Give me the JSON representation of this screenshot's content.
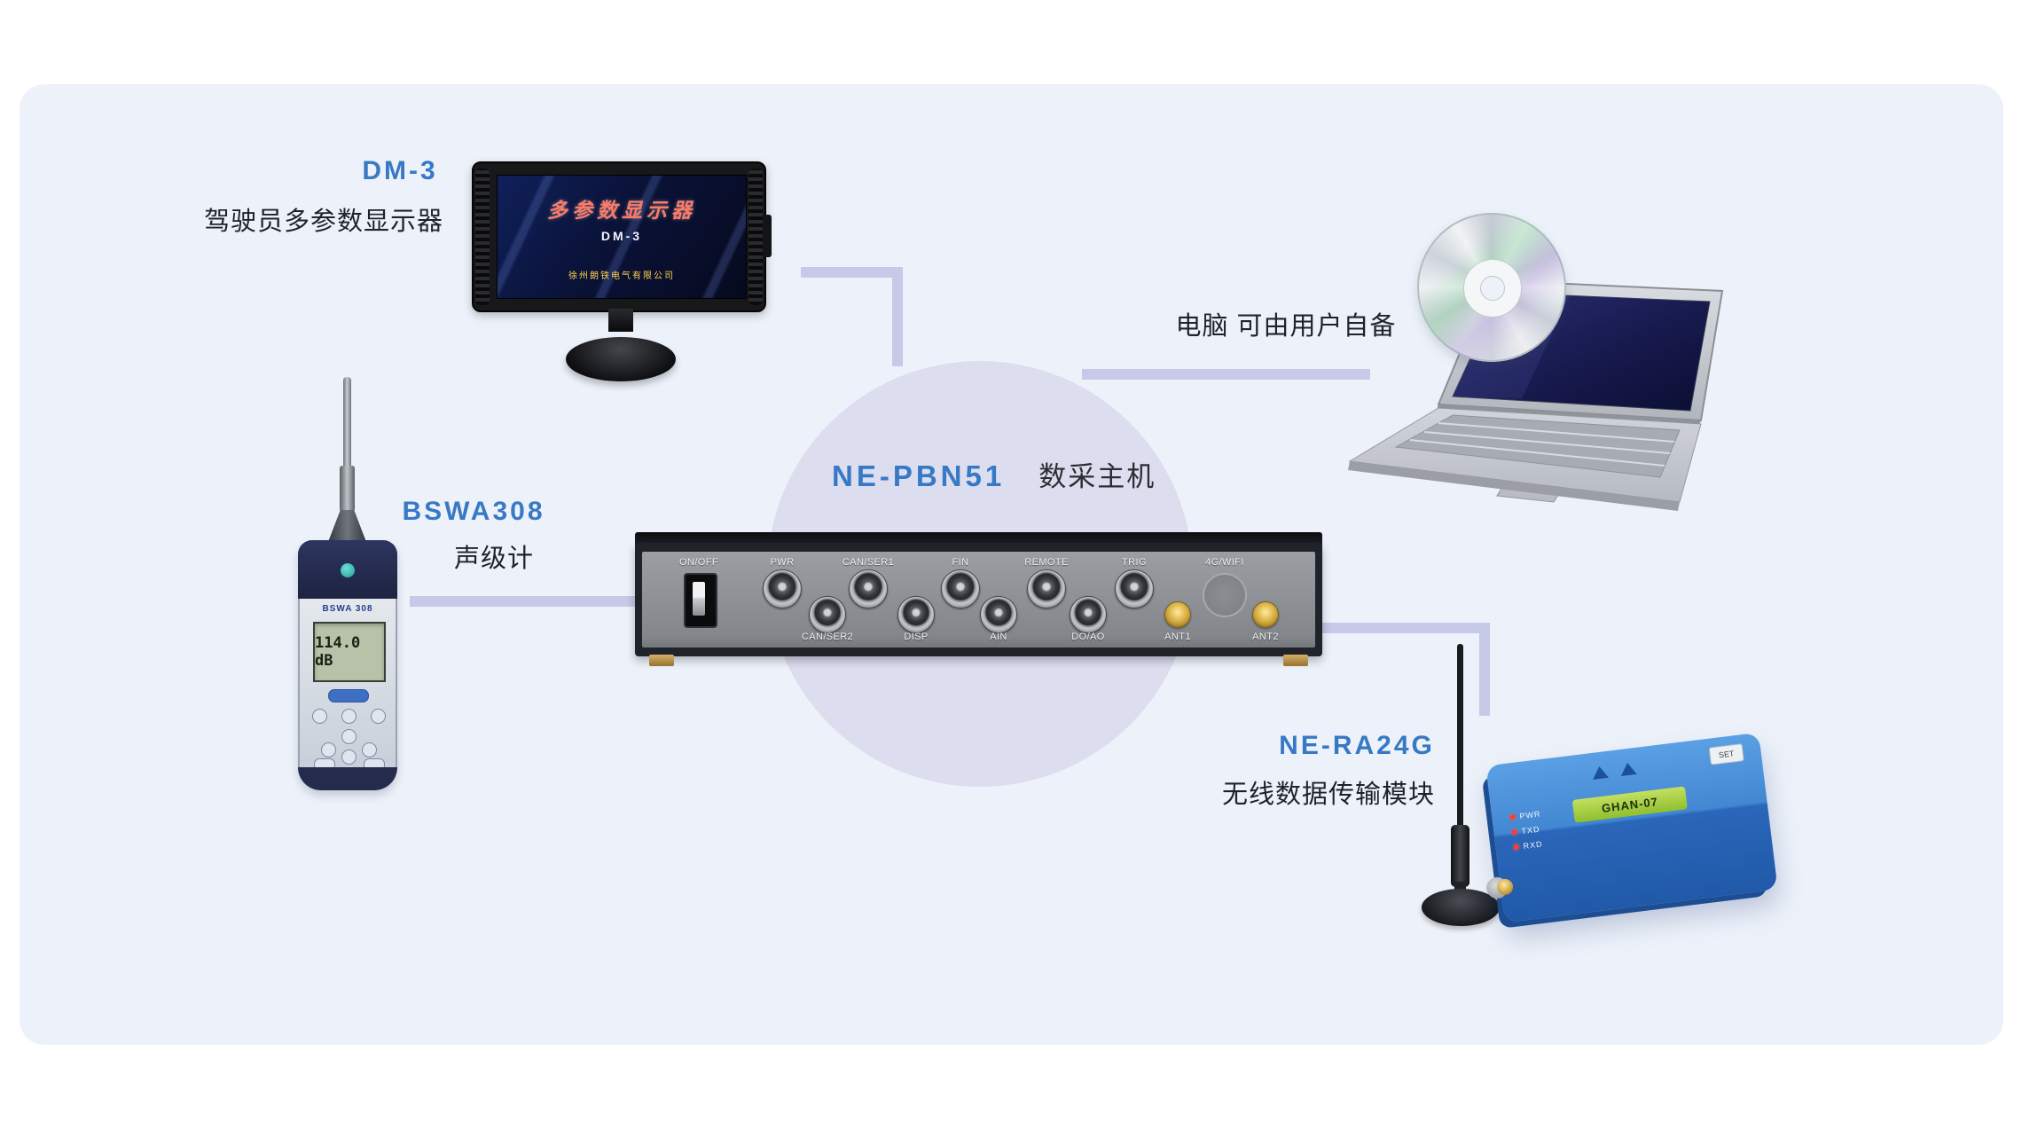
{
  "colors": {
    "panel_background": "#edf2fa",
    "center_circle": "#dcddee",
    "connection_line": "#c6c9e7",
    "accent_blue": "#3779c5"
  },
  "dm3": {
    "model": "DM-3",
    "name": "驾驶员多参数显示器",
    "screen_line1": "多参数显示器",
    "screen_line2": "DM-3",
    "screen_line3": "徐州朗铁电气有限公司"
  },
  "computer": {
    "note": "电脑 可由用户自备"
  },
  "soundmeter": {
    "model": "BSWA308",
    "name": "声级计",
    "brand": "BSWA 308",
    "reading": "114.0 dB"
  },
  "daq": {
    "model": "NE-PBN51",
    "name": "数采主机",
    "power_label": "ON/OFF",
    "top_ports": [
      "PWR",
      "CAN/SER1",
      "FIN",
      "REMOTE",
      "TRIG",
      "4G/WIFI"
    ],
    "bottom_ports": [
      "CAN/SER2",
      "DISP",
      "AIN",
      "DO/AO",
      "ANT1",
      "ANT2"
    ]
  },
  "wireless": {
    "model": "NE-RA24G",
    "name": "无线数据传输模块",
    "leds": [
      "PWR",
      "TXD",
      "RXD"
    ],
    "tag": "GHAN-07",
    "button": "SET"
  }
}
